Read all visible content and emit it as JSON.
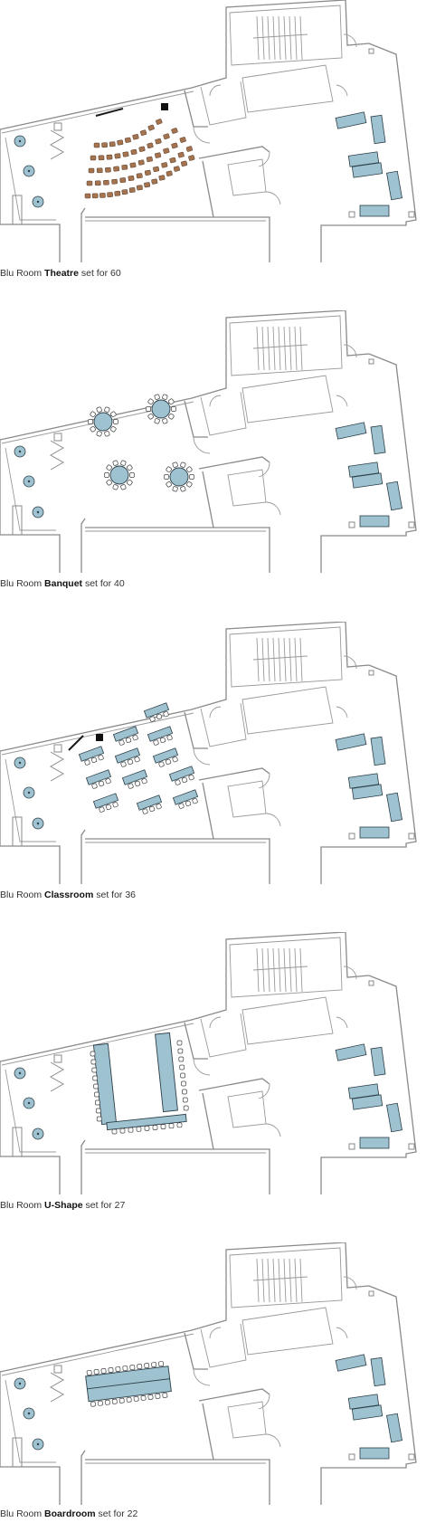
{
  "colors": {
    "wall": "#8a8a8a",
    "furniture_blue": "#9ec2d0",
    "furniture_outline": "#2c3e48",
    "theatre_chair": "#a47350",
    "chair_white": "#ffffff",
    "caption_text": "#333333"
  },
  "layouts": [
    {
      "id": "theatre",
      "prefix": "Blu Room ",
      "name": "Theatre",
      "suffix": " set for 60"
    },
    {
      "id": "banquet",
      "prefix": "Blu Room ",
      "name": "Banquet",
      "suffix": " set for 40"
    },
    {
      "id": "classroom",
      "prefix": "Blu Room ",
      "name": "Classroom",
      "suffix": " set for 36"
    },
    {
      "id": "ushape",
      "prefix": "Blu Room ",
      "name": "U-Shape",
      "suffix": " set for 27"
    },
    {
      "id": "boardroom",
      "prefix": "Blu Room ",
      "name": "Boardroom",
      "suffix": " set for 22"
    }
  ]
}
